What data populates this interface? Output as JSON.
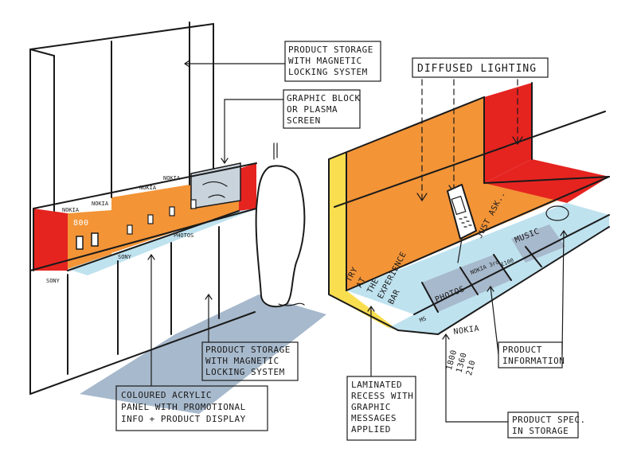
{
  "annotations": {
    "storage_top": [
      "PRODUCT STORAGE",
      "WITH MAGNETIC",
      "LOCKING SYSTEM"
    ],
    "graphic_block": [
      "GRAPHIC BLOCK",
      "OR PLASMA",
      "SCREEN"
    ],
    "diffused_lighting": "DIFFUSED LIGHTING",
    "storage_bottom": [
      "PRODUCT STORAGE",
      "WITH MAGNETIC",
      "LOCKING SYSTEM"
    ],
    "acrylic_panel": [
      "COLOURED ACRYLIC",
      "PANEL WITH PROMOTIONAL",
      "INFO + PRODUCT DISPLAY"
    ],
    "laminated_recess": [
      "LAMINATED",
      "RECESS WITH",
      "GRAPHIC",
      "MESSAGES",
      "APPLIED"
    ],
    "product_information": [
      "PRODUCT",
      "INFORMATION"
    ],
    "product_spec": [
      "PRODUCT SPEC.",
      "IN STORAGE"
    ]
  },
  "left_unit_labels": {
    "nokia_left": "NOKIA",
    "number_800": "800",
    "nokia_top": "NOKIA",
    "nokia_mid": "NOKIA",
    "nokia_right": "NOKIA",
    "photos_small": "PHOTOS",
    "sony": "SONY",
    "sony_2": "SONY"
  },
  "bar_graphics": {
    "try_text": [
      "TRY",
      "AT",
      "THE",
      "EXPERIENCE",
      "BAR"
    ],
    "photos": "PHOTOS",
    "ms": "MS",
    "nokia_3rd": "NOKIA 3rd",
    "music": "MUSIC",
    "price": "£100",
    "just_ask": "JUST ASK..",
    "nokia_model": "NOKIA",
    "model_numbers": [
      "1800",
      "1360",
      "210"
    ]
  },
  "colors": {
    "red": "#e52420",
    "orange": "#f39437",
    "yellow": "#f9de4f",
    "light_blue": "#bfe2ef",
    "grey_blue": "#a7b9cc",
    "screen_grey": "#c9d3dc"
  }
}
